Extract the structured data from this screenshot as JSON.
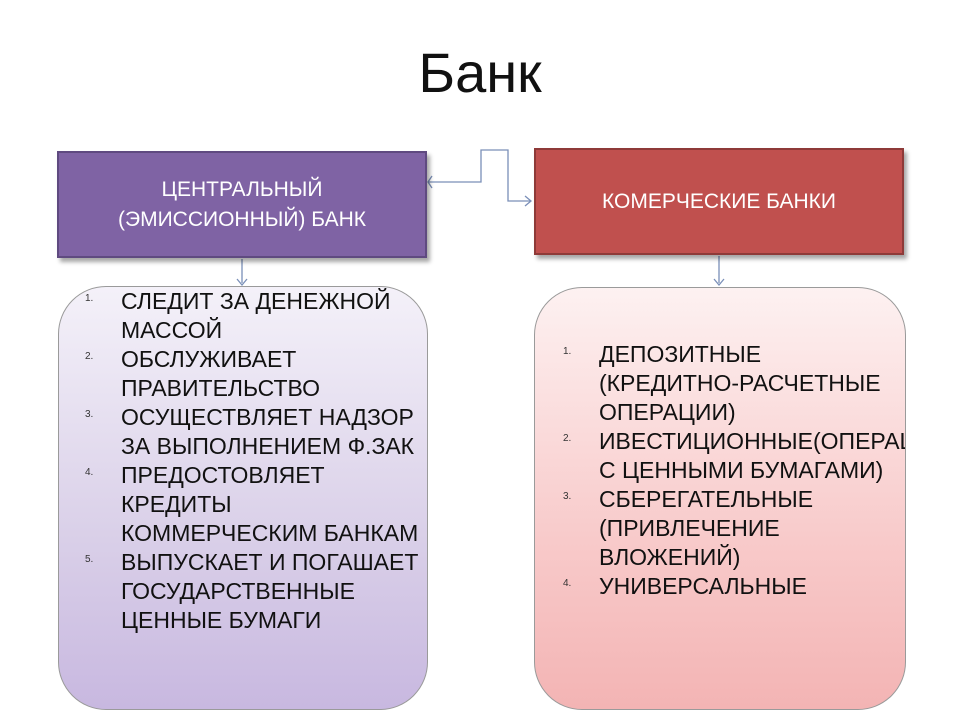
{
  "title": "Банк",
  "central_bank": {
    "line1": "ЦЕНТРАЛЬНЫЙ",
    "line2": "(ЭМИССИОННЫЙ) БАНК",
    "functions": [
      {
        "num": "1.",
        "text": "СЛЕДИТ ЗА ДЕНЕЖНОЙ МАССОЙ"
      },
      {
        "num": "2.",
        "text": "ОБСЛУЖИВАЕТ ПРАВИТЕЛЬСТВО"
      },
      {
        "num": "3.",
        "text": "ОСУЩЕСТВЛЯЕТ НАДЗОР ЗА ВЫПОЛНЕНИЕМ Ф.ЗАК"
      },
      {
        "num": "4.",
        "text": "ПРЕДОСТОВЛЯЕТ КРЕДИТЫ КОММЕРЧЕСКИМ БАНКАМ"
      },
      {
        "num": "5.",
        "text": "ВЫПУСКАЕТ И ПОГАШАЕТ ГОСУДАРСТВЕННЫЕ ЦЕННЫЕ БУМАГИ"
      }
    ]
  },
  "commercial_banks": {
    "label": "КОМЕРЧЕСКИЕ БАНКИ",
    "operations": [
      {
        "num": "1.",
        "text": "ДЕПОЗИТНЫЕ (КРЕДИТНО-РАСЧЕТНЫЕ ОПЕРАЦИИ)"
      },
      {
        "num": "2.",
        "text": "ИВЕСТИЦИОННЫЕ(ОПЕРАЦИИ С ЦЕННЫМИ БУМАГАМИ)"
      },
      {
        "num": "3.",
        "text": "СБЕРЕГАТЕЛЬНЫЕ (ПРИВЛЕЧЕНИЕ ВЛОЖЕНИЙ)"
      },
      {
        "num": "4.",
        "text": "УНИВЕРСАЛЬНЫЕ"
      }
    ]
  },
  "colors": {
    "central_box": "#7f63a4",
    "commercial_box": "#c0504e",
    "connector": "#7a8fb8"
  }
}
